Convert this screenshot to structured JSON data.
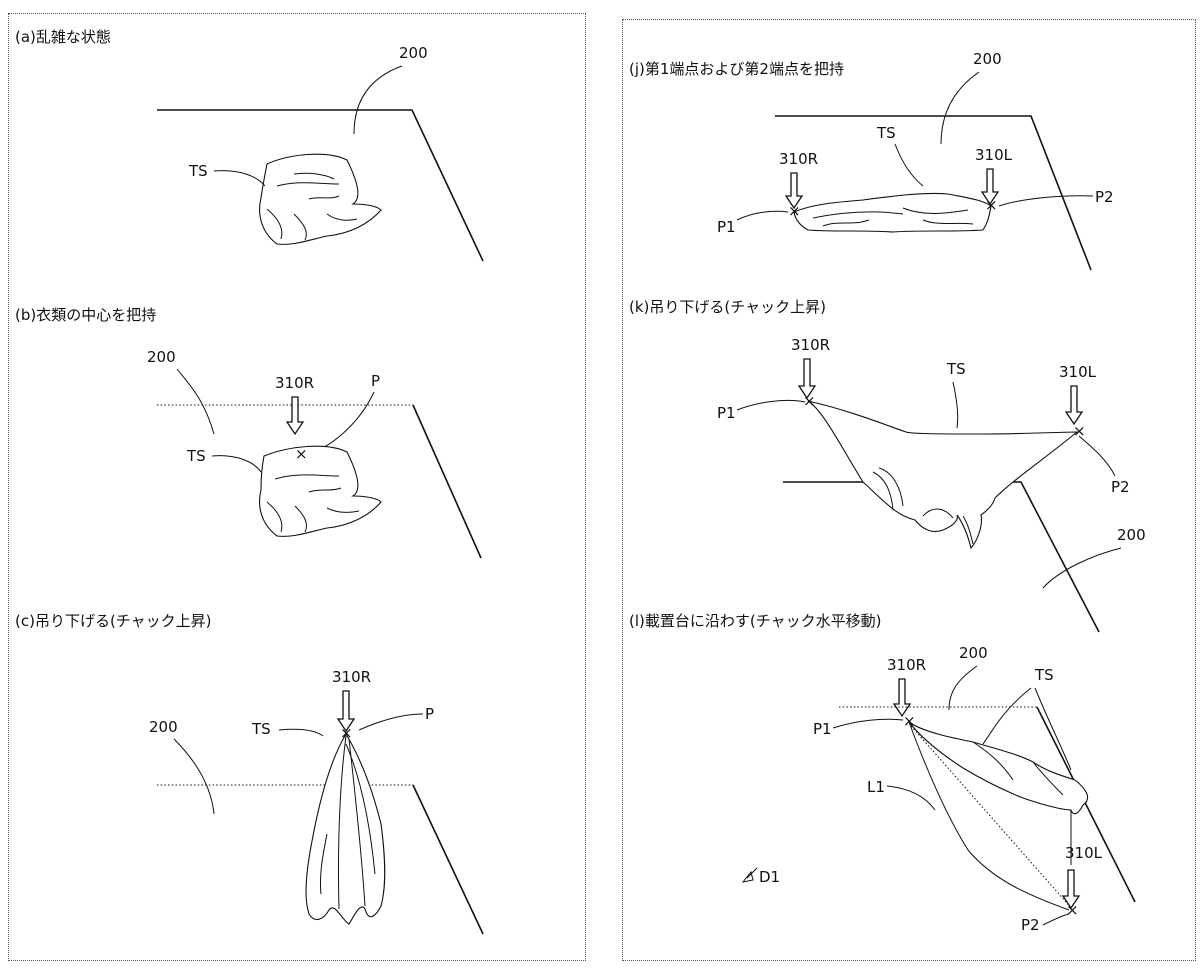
{
  "left": {
    "a": {
      "caption": "(a)乱雑な状態",
      "table": "200",
      "cloth": "TS"
    },
    "b": {
      "caption": "(b)衣類の中心を把持",
      "table": "200",
      "chuck": "310R",
      "point": "P",
      "cloth": "TS"
    },
    "c": {
      "caption": "(c)吊り下げる(チャック上昇)",
      "table": "200",
      "chuck": "310R",
      "point": "P",
      "cloth": "TS"
    }
  },
  "right": {
    "j": {
      "caption": "(j)第1端点および第2端点を把持",
      "table": "200",
      "cloth": "TS",
      "chuck_r": "310R",
      "chuck_l": "310L",
      "p1": "P1",
      "p2": "P2"
    },
    "k": {
      "caption": "(k)吊り下げる(チャック上昇)",
      "chuck_r": "310R",
      "cloth": "TS",
      "chuck_l": "310L",
      "p1": "P1",
      "p2": "P2",
      "table": "200"
    },
    "l": {
      "caption": "(l)載置台に沿わす(チャック水平移動)",
      "chuck_r": "310R",
      "table": "200",
      "cloth": "TS",
      "p1": "P1",
      "line": "L1",
      "dir": "D1",
      "chuck_l": "310L",
      "p2": "P2"
    }
  }
}
